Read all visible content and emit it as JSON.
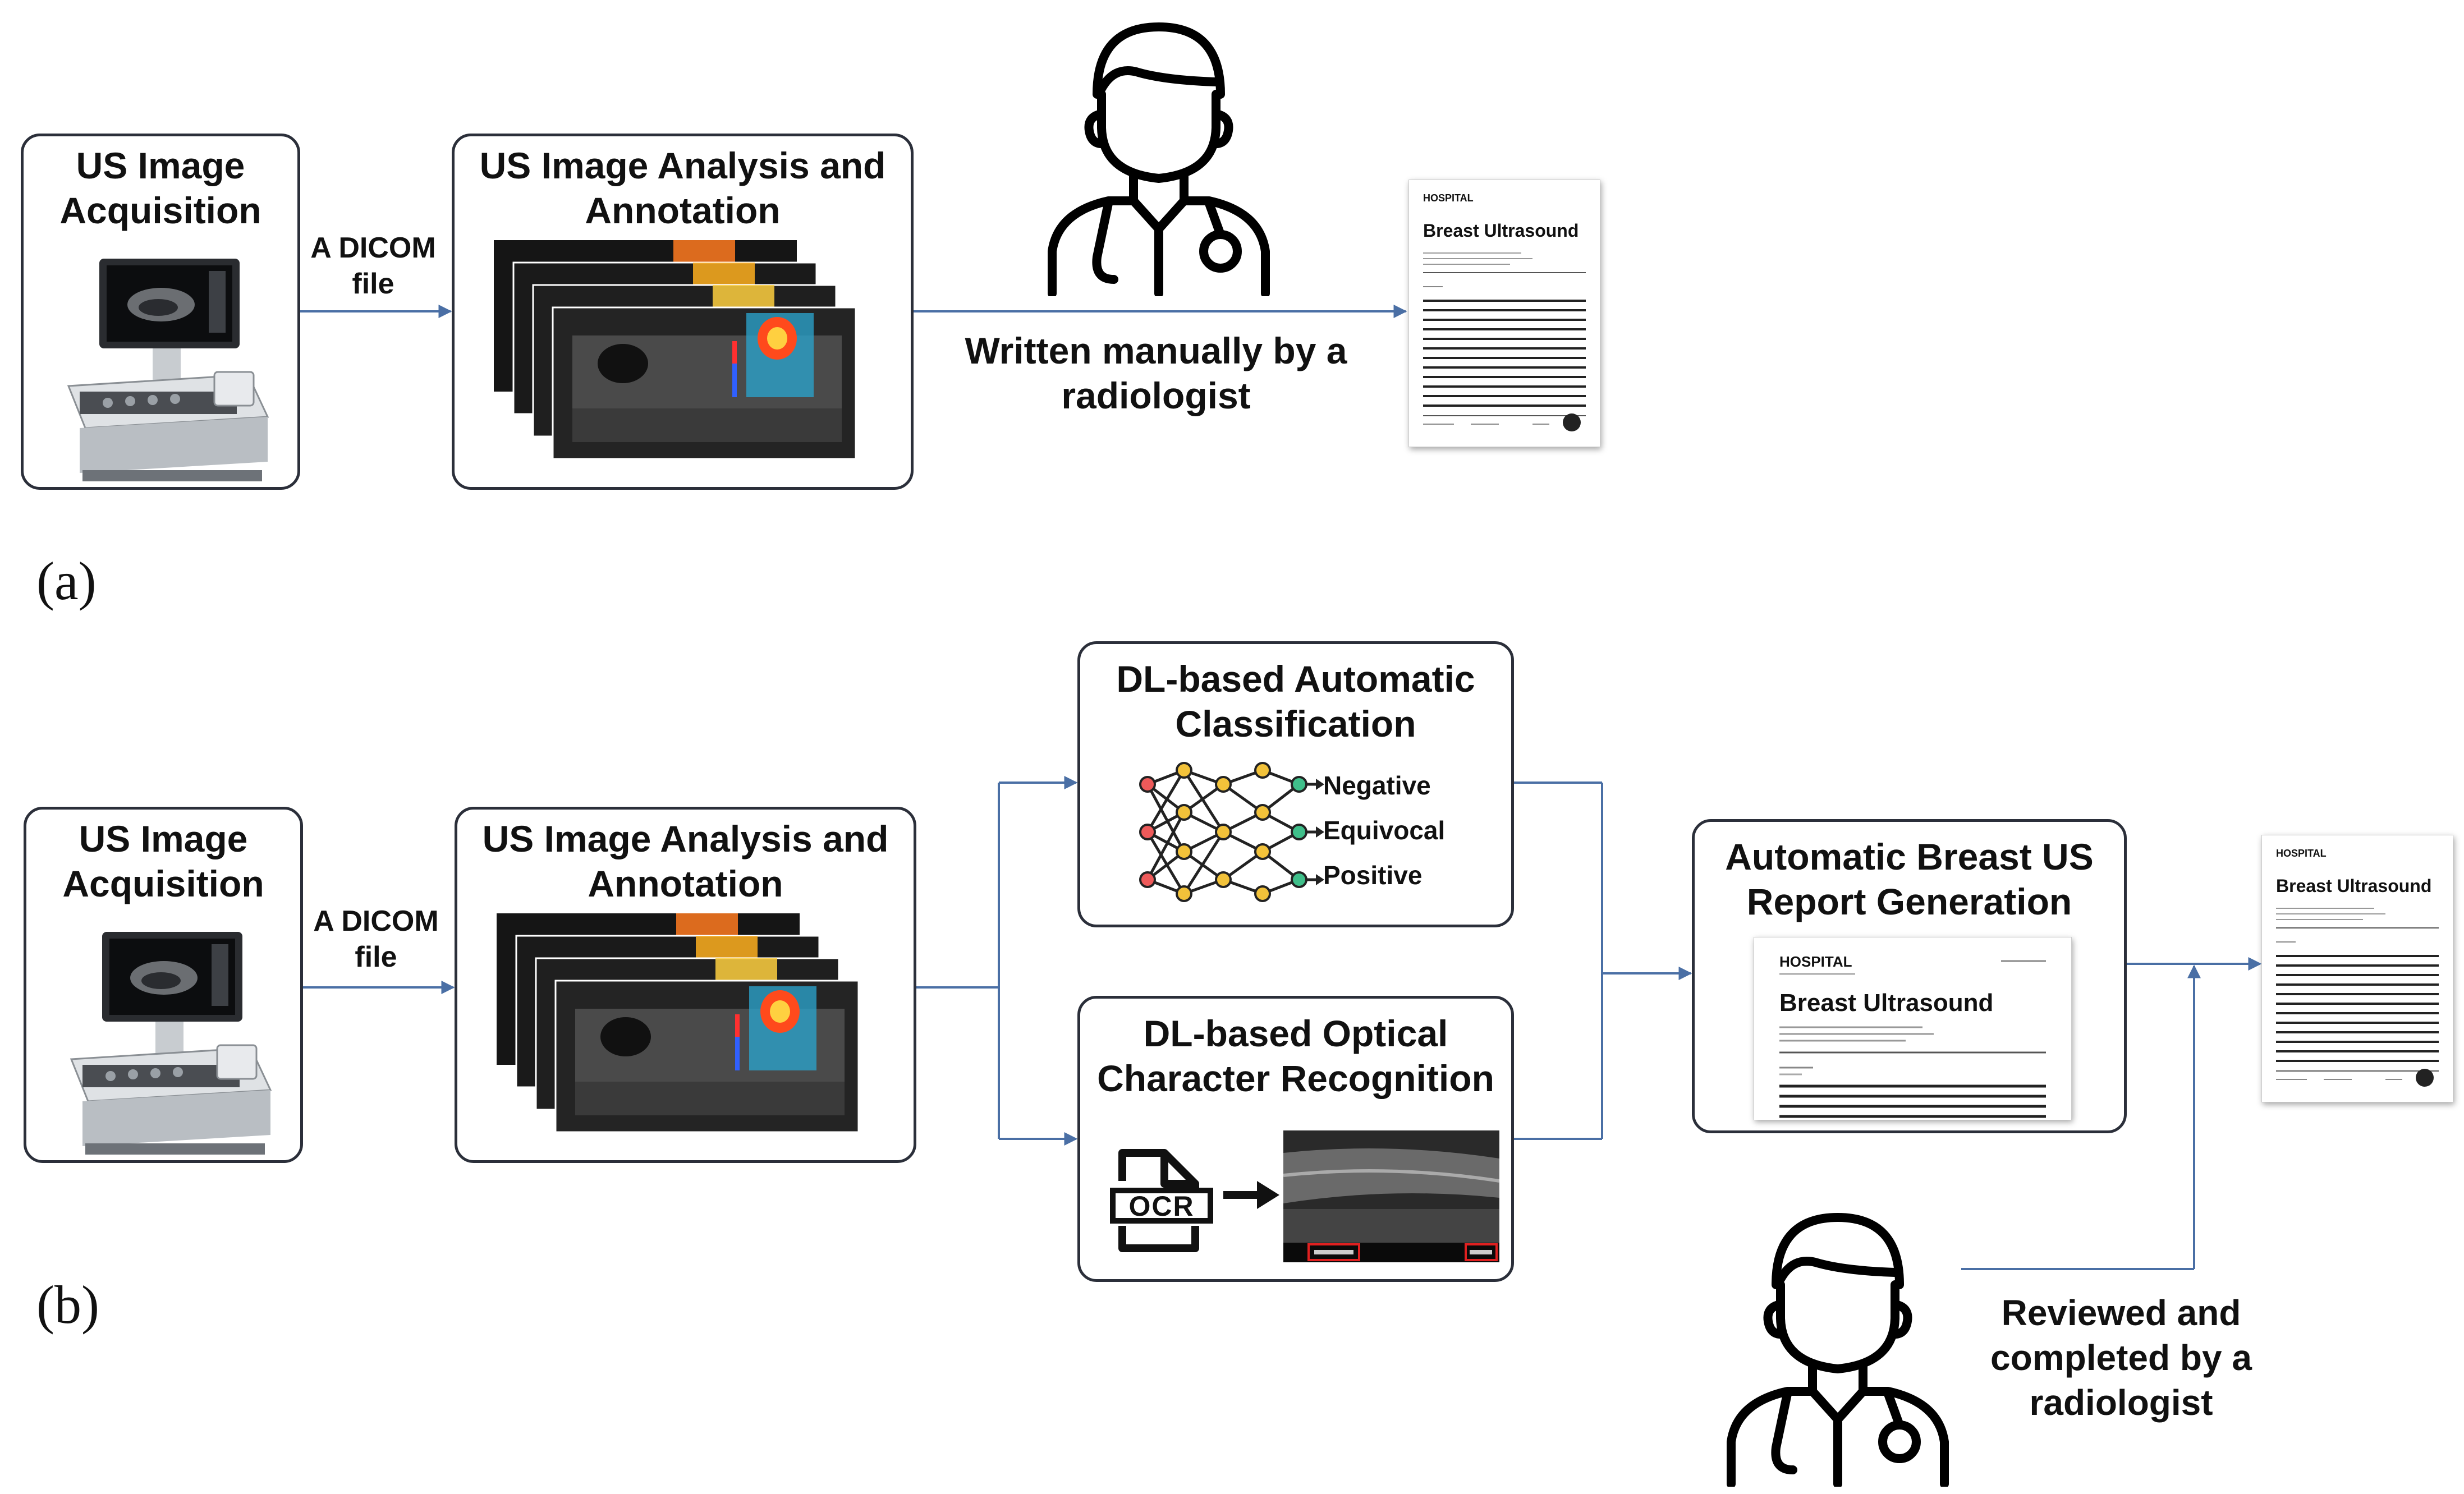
{
  "panel_a": {
    "letter": "(a)",
    "acquisition_title": "US Image\nAcquisition",
    "dicom_label": "A DICOM\nfile",
    "analysis_title": "US Image Analysis and\nAnnotation",
    "manual_label": "Written manually by a\nradiologist",
    "report": {
      "hospital": "HOSPITAL",
      "title": "Breast Ultrasound"
    }
  },
  "panel_b": {
    "letter": "(b)",
    "acquisition_title": "US Image\nAcquisition",
    "dicom_label": "A DICOM\nfile",
    "analysis_title": "US Image Analysis and\nAnnotation",
    "classification_title": "DL-based Automatic\nClassification",
    "classes": [
      "Negative",
      "Equivocal",
      "Positive"
    ],
    "ocr_title": "DL-based Optical\nCharacter Recognition",
    "ocr_icon_text": "OCR",
    "generation_title": "Automatic Breast US\nReport Generation",
    "review_label": "Reviewed and\ncompleted by a\nradiologist",
    "report": {
      "hospital": "HOSPITAL",
      "title": "Breast Ultrasound"
    }
  },
  "colors": {
    "arrow": "#4a6fa5",
    "box_border": "#2b2f3a",
    "heat": "#ff4a1c"
  }
}
